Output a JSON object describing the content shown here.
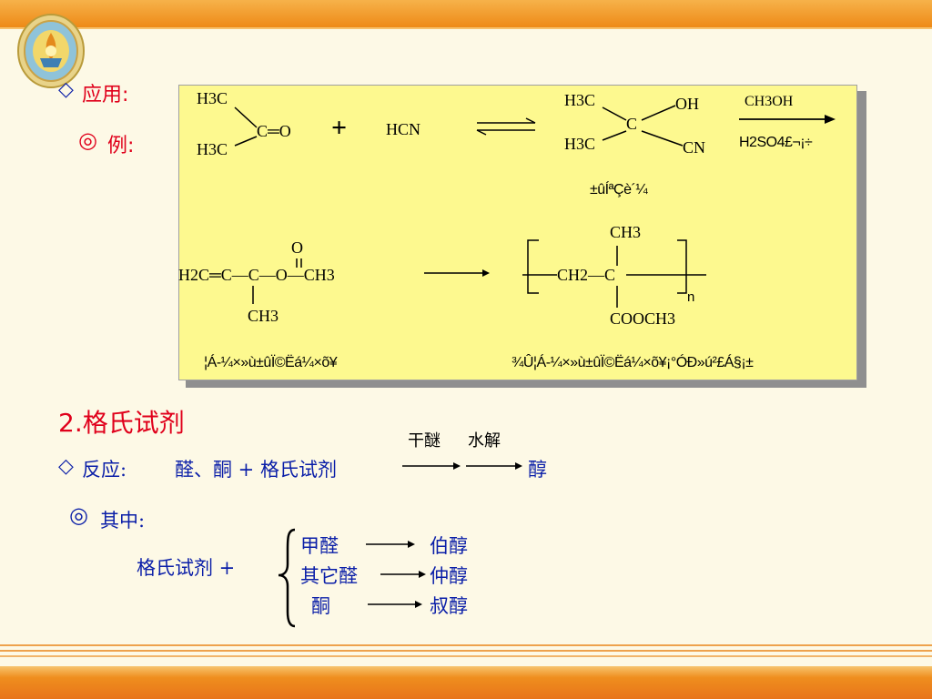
{
  "slide": {
    "app_label": "应用:",
    "example_label": "例:",
    "reaction1": {
      "ketone_top": "H3C",
      "ketone_center": "C═O",
      "ketone_bottom": "H3C",
      "plus": "+",
      "reagent": "HCN",
      "product_top_left": "H3C",
      "product_top_right": "OH",
      "product_center": "C",
      "product_bottom_left": "H3C",
      "product_bottom_right": "CN",
      "conditions_top": "CH3OH",
      "conditions_bottom": "H2SO4£¬¡÷",
      "product_caption": "±ûÍªÇè´¼"
    },
    "reaction2": {
      "monomer_o": "O",
      "monomer_main": "H2C═C—C—O—CH3",
      "monomer_methyl": "CH3",
      "polymer_methyl": "CH3",
      "polymer_chain": "CH2—C",
      "polymer_n": "n",
      "polymer_ester": "COOCH3",
      "monomer_caption": "¦Á-¼×»ù±ûÏ©Ëá¼×õ¥",
      "polymer_caption": "¾Û¦Á-¼×»ù±ûÏ©Ëá¼×õ¥¡°ÓÐ»ú²£Á§¡±"
    },
    "section_title": "2.格氏试剂",
    "reaction_label": "反应:",
    "reaction_expr": "醛、酮 + 格氏试剂",
    "cond_1": "干醚",
    "cond_2": "水解",
    "reaction_product": "醇",
    "among_label": "其中:",
    "grignard_left": "格氏试剂 +",
    "cases": [
      {
        "reactant": "甲醛",
        "product": "伯醇"
      },
      {
        "reactant": "其它醛",
        "product": "仲醇"
      },
      {
        "reactant": "酮",
        "product": "叔醇"
      }
    ],
    "symbol_diamond": "◇",
    "symbol_circle": "◎"
  }
}
